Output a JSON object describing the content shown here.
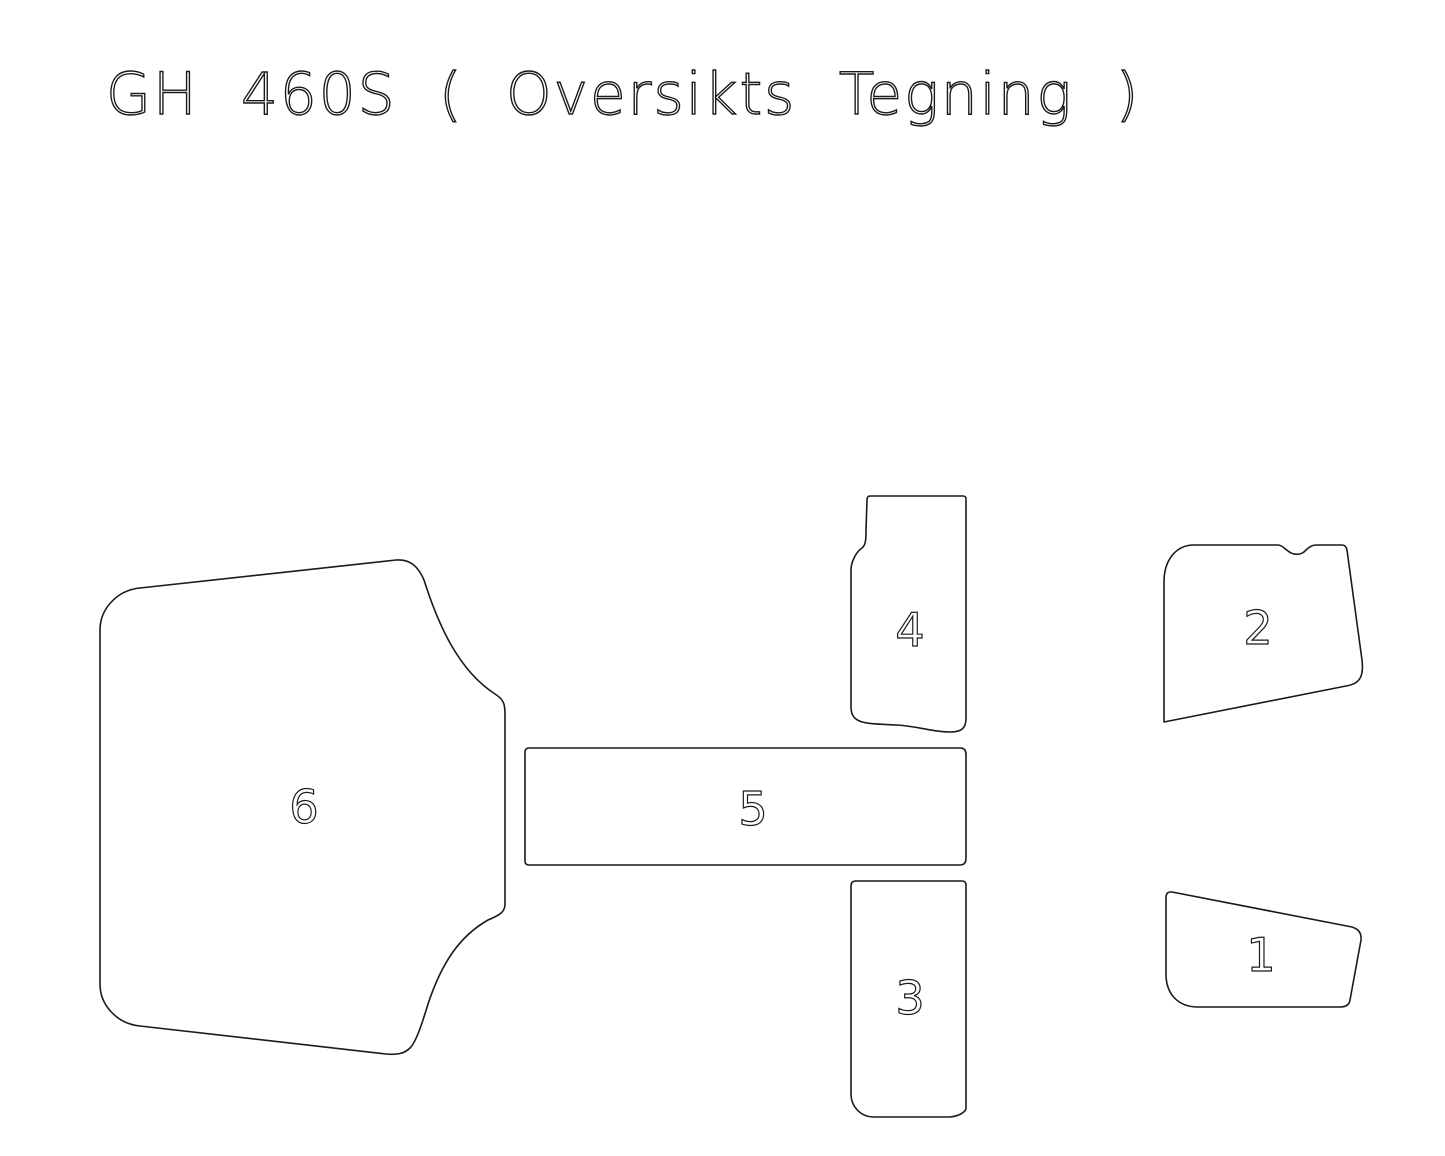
{
  "title": "GH 460S ( Oversikts Tegning )",
  "colors": {
    "line": "#1a1a1a",
    "background": "#ffffff"
  },
  "panels": [
    {
      "id": "1",
      "label": "1"
    },
    {
      "id": "2",
      "label": "2"
    },
    {
      "id": "3",
      "label": "3"
    },
    {
      "id": "4",
      "label": "4"
    },
    {
      "id": "5",
      "label": "5"
    },
    {
      "id": "6",
      "label": "6"
    }
  ]
}
